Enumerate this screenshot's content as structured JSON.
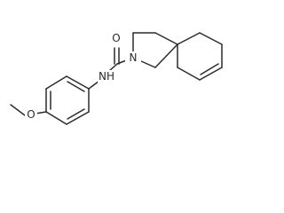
{
  "molecule": {
    "atom_labels": {
      "carbonyl_oxygen": "O",
      "ring_nitrogen": "N",
      "amide_nitrogen_h": "NH",
      "ether_oxygen": "O"
    },
    "bond_color": "#2b2b2b",
    "label_color": "#2b2b2b"
  }
}
